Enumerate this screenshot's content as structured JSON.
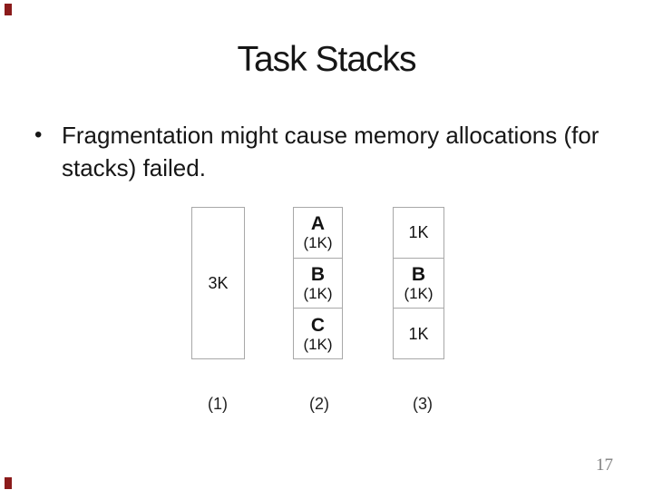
{
  "slide": {
    "title": "Task Stacks",
    "bullet": {
      "marker": "•",
      "full_text": "Fragmentation might cause memory allocations (for stacks) failed.",
      "lines": [
        "Fragmentation might cause memory allocations (for",
        "stacks) failed."
      ]
    },
    "diagram": {
      "columns": [
        {
          "caption": "(1)",
          "cells": [
            {
              "label": "3K"
            }
          ]
        },
        {
          "caption": "(2)",
          "cells": [
            {
              "letter": "A",
              "size": "(1K)"
            },
            {
              "letter": "B",
              "size": "(1K)"
            },
            {
              "letter": "C",
              "size": "(1K)"
            }
          ]
        },
        {
          "caption": "(3)",
          "cells": [
            {
              "label": "1K"
            },
            {
              "letter": "B",
              "size": "(1K)"
            },
            {
              "label": "1K"
            }
          ]
        }
      ]
    },
    "page_number": "17",
    "colors": {
      "background": "#ffffff",
      "text": "#161616",
      "box_border": "#a8a8a8",
      "page_number": "#808080",
      "corner_mark": "#8b1b1b"
    }
  }
}
